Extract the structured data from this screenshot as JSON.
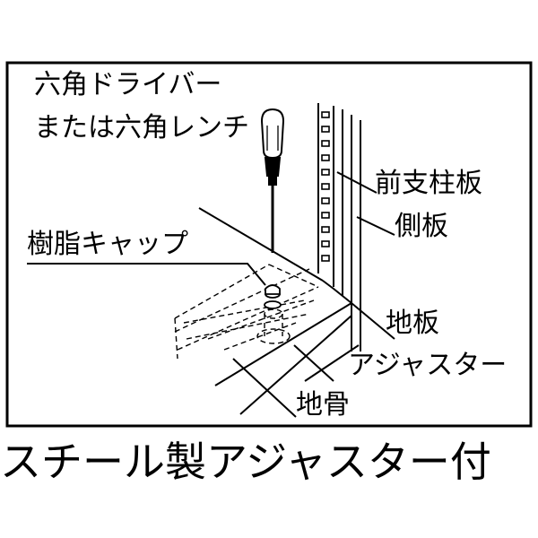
{
  "labels": {
    "tool_line1": "六角ドライバー",
    "tool_line2": "または六角レンチ",
    "front_post": "前支柱板",
    "side_panel": "側板",
    "resin_cap": "樹脂キャップ",
    "floor_panel": "地板",
    "adjuster": "アジャスター",
    "base_frame": "地骨"
  },
  "caption": "スチール製アジャスター付"
}
